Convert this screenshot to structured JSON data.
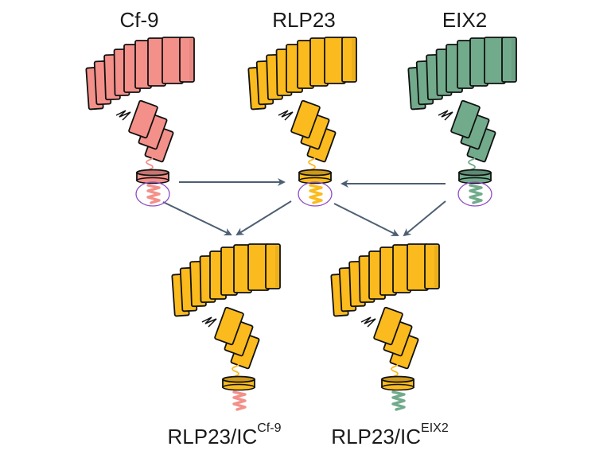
{
  "figure": {
    "colors": {
      "cf9": "#f4908a",
      "rlp23": "#fbbb1e",
      "eix2": "#72ab8c",
      "arrow": "#4d5f73",
      "outline": "#111111",
      "highlight_ellipse": "#8e4cc4"
    },
    "top_receptors": [
      {
        "id": "cf9",
        "label": "Cf-9",
        "lrr_color": "cf9",
        "tail_color": "cf9"
      },
      {
        "id": "rlp23",
        "label": "RLP23",
        "lrr_color": "rlp23",
        "tail_color": "rlp23"
      },
      {
        "id": "eix2",
        "label": "EIX2",
        "lrr_color": "eix2",
        "tail_color": "eix2"
      }
    ],
    "chimeras": [
      {
        "id": "rlp23-ic-cf9",
        "label_base": "RLP23/IC",
        "label_sup": "Cf-9",
        "lrr_color": "rlp23",
        "tail_color": "cf9"
      },
      {
        "id": "rlp23-ic-eix2",
        "label_base": "RLP23/IC",
        "label_sup": "EIX2",
        "lrr_color": "rlp23",
        "tail_color": "eix2"
      }
    ],
    "arrows": [
      {
        "from": "cf9",
        "to": "rlp23"
      },
      {
        "from": "eix2",
        "to": "rlp23"
      },
      {
        "from": "cf9",
        "to": "rlp23-ic-cf9"
      },
      {
        "from": "rlp23",
        "to": "rlp23-ic-cf9"
      },
      {
        "from": "rlp23",
        "to": "rlp23-ic-eix2"
      },
      {
        "from": "eix2",
        "to": "rlp23-ic-eix2"
      }
    ]
  }
}
